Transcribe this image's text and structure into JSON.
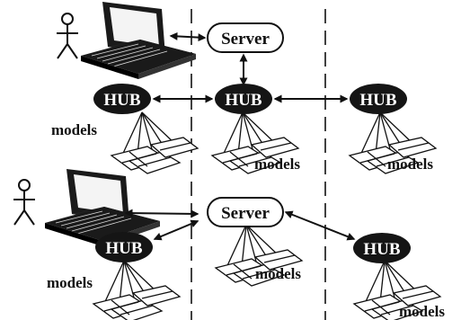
{
  "diagram": {
    "labels": {
      "server": "Server",
      "hub": "HUB",
      "models": "models"
    },
    "colors": {
      "ink": "#111111",
      "hub_fill": "#151515",
      "hub_text": "#ffffff",
      "laptop_body": "#1a1a1a",
      "laptop_screen": "#f4f4f4",
      "background": "#ffffff"
    },
    "icons": [
      "person-icon",
      "laptop-icon",
      "server-node",
      "hub-node",
      "model-cluster-icon",
      "bidirectional-arrow"
    ]
  }
}
